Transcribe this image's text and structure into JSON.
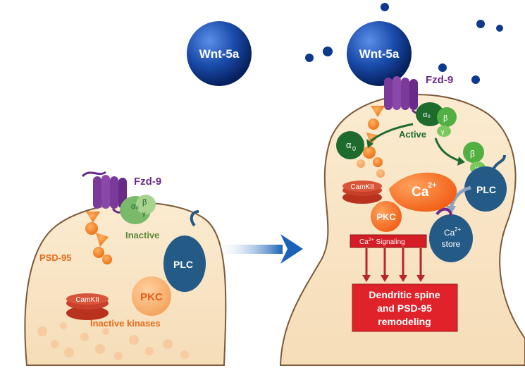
{
  "ligand": {
    "left_label": "Wnt-5a",
    "right_label": "Wnt-5a"
  },
  "left_spine": {
    "receptor_label": "Fzd-9",
    "gprotein_state": "Inactive",
    "psd95_label": "PSD-95",
    "plc_label": "PLC",
    "camkii_label": "CamKII",
    "pkc_label": "PKC",
    "kinases_label": "Inactive kinases"
  },
  "right_spine": {
    "receptor_label": "Fzd-9",
    "alpha_label": "α",
    "alpha_sub": "0",
    "beta_label": "β",
    "gamma_label": "γ",
    "gprotein_state": "Active",
    "plc_label": "PLC",
    "camkii_label": "CamKII",
    "pkc_label": "PKC",
    "calcium_label": "Ca",
    "calcium_sup": "2+",
    "store_label": "store",
    "signaling_label": "Ca",
    "signaling_sup": "2+",
    "signaling_suffix": " Signaling",
    "outcome_line1": "Dendritic spine",
    "outcome_line2": "and PSD-95",
    "outcome_line3": "remodeling"
  },
  "colors": {
    "spine_fill": "#f8e6c8",
    "wnt_blue": "#0d3a8c",
    "fzd_purple": "#6a2a8a",
    "orange": "#f28a2e",
    "green_dark": "#1e6b2e",
    "green_light": "#52b043",
    "plc_blue": "#245a86",
    "red": "#e0222a",
    "arrow_blue": "#1a63b8"
  },
  "icons": [
    "wnt5a-ligand",
    "frizzled-receptor",
    "g-protein",
    "plc-enzyme",
    "camkii-kinase",
    "pkc-kinase",
    "calcium-store",
    "transition-arrow"
  ]
}
